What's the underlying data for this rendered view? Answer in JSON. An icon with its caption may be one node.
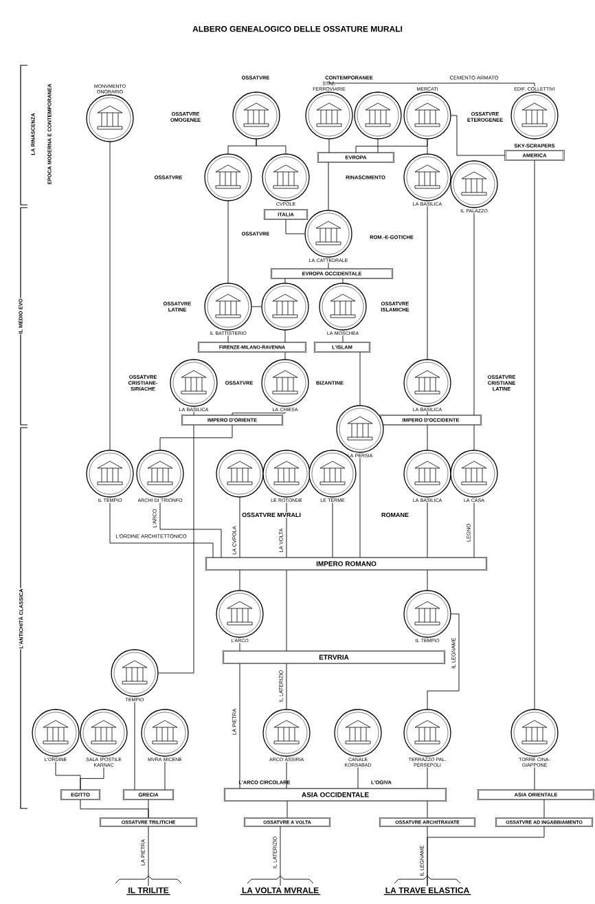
{
  "diagram": {
    "title": "ALBERO GENEALOGICO DELLE OSSATURE MURALI",
    "nodes": [
      {
        "text": [],
        "shape": "circle",
        "beside": [
          "MONVMENTO ONORARIO"
        ]
      },
      {
        "text": [],
        "shape": "circle"
      },
      {
        "text": [],
        "shape": "circle",
        "beside": [
          "STAZ. FERROVIARIE"
        ]
      },
      {
        "text": [],
        "shape": "circle"
      },
      {
        "text": [],
        "shape": "circle",
        "beside": [
          "MERCATI"
        ]
      },
      {
        "text": [],
        "shape": "circle",
        "beside": [
          "EDIF. COLLETTIVI"
        ]
      },
      {
        "text": [
          "EVROPA"
        ]
      },
      {
        "text": [
          "AMERICA"
        ]
      },
      {
        "text": [],
        "shape": "circle"
      },
      {
        "text": [],
        "shape": "circle",
        "beside": [
          "CVPOLE"
        ]
      },
      {
        "text": [],
        "shape": "circle",
        "beside": [
          "LA BASILICA"
        ]
      },
      {
        "text": [],
        "shape": "circle",
        "beside": [
          "IL PALAZZO"
        ]
      },
      {
        "text": [
          "ITALIA"
        ]
      },
      {
        "text": [],
        "shape": "circle",
        "beside": [
          "LA CATTEDRALE"
        ]
      },
      {
        "text": [
          "EVROPA OCCIDENTALE"
        ]
      },
      {
        "text": [],
        "shape": "circle",
        "beside": [
          "IL BATTISTERIO"
        ]
      },
      {
        "text": [],
        "shape": "circle"
      },
      {
        "text": [],
        "shape": "circle",
        "beside": [
          "LA MOSCHEA"
        ]
      },
      {
        "text": [
          "FIRENZE-MILANO-RAVENNA"
        ]
      },
      {
        "text": [
          "L'ISLAM"
        ]
      },
      {
        "text": [],
        "shape": "circle",
        "beside": [
          "LA BASILICA"
        ]
      },
      {
        "text": [],
        "shape": "circle",
        "beside": [
          "LA CHIESA"
        ]
      },
      {
        "text": [],
        "shape": "circle",
        "beside": [
          "LA BASILICA"
        ]
      },
      {
        "text": [
          "IMPERO D'ORIENTE"
        ]
      },
      {
        "text": [
          "IMPERO D'OCCIDENTE"
        ]
      },
      {
        "text": [],
        "shape": "circle",
        "beside": [
          "LA PERSIA"
        ]
      },
      {
        "text": [],
        "shape": "circle",
        "beside": [
          "IL TEMPIO"
        ]
      },
      {
        "text": [],
        "shape": "circle",
        "beside": [
          "ARCHI DI TRIONFO"
        ]
      },
      {
        "text": [],
        "shape": "circle"
      },
      {
        "text": [],
        "shape": "circle",
        "beside": [
          "LE ROTONDE"
        ]
      },
      {
        "text": [],
        "shape": "circle",
        "beside": [
          "LE TERME"
        ]
      },
      {
        "text": [],
        "shape": "circle",
        "beside": [
          "LA BASILICA"
        ]
      },
      {
        "text": [],
        "shape": "circle",
        "beside": [
          "LA CASA"
        ]
      },
      {
        "text": [
          "IMPERO ROMANO"
        ]
      },
      {
        "text": [],
        "shape": "circle",
        "beside": [
          "L'ARCO"
        ]
      },
      {
        "text": [],
        "shape": "circle",
        "beside": [
          "IL TEMPIO"
        ]
      },
      {
        "text": [
          "ETRVRIA"
        ]
      },
      {
        "text": [],
        "shape": "circle",
        "beside": [
          "TEMPIO"
        ]
      },
      {
        "text": [],
        "shape": "circle",
        "beside": [
          "L'ORDINE"
        ]
      },
      {
        "text": [],
        "shape": "circle",
        "beside": [
          "SALA IPOSTILE KARNAC"
        ]
      },
      {
        "text": [],
        "shape": "circle",
        "beside": [
          "MVRA MICENE"
        ]
      },
      {
        "text": [],
        "shape": "circle",
        "beside": [
          "ARCO ASSIRIA"
        ]
      },
      {
        "text": [],
        "shape": "circle",
        "beside": [
          "CANALE KORSABAD"
        ]
      },
      {
        "text": [],
        "shape": "circle",
        "beside": [
          "TERRAZZO PAL. PERSEPOLI"
        ]
      },
      {
        "text": [],
        "shape": "circle",
        "beside": [
          "TORRE CINA-GIAPPONE"
        ]
      },
      {
        "text": [
          "EGITTO"
        ]
      },
      {
        "text": [
          "GRECIA"
        ]
      },
      {
        "text": [
          "ASIA OCCIDENTALE"
        ]
      },
      {
        "text": [
          "ASIA ORIENTALE"
        ]
      },
      {
        "text": [
          "OSSATVRE TRILITICHE"
        ]
      },
      {
        "text": [
          "OSSATVRE A VOLTA"
        ]
      },
      {
        "text": [
          "OSSATVRE ARCHITRAVATE"
        ]
      },
      {
        "text": [
          "OSSATVRE AD INGABBIAMENTO"
        ]
      },
      {
        "text": [
          "IL TRILITE"
        ]
      },
      {
        "text": [
          "LA VOLTA MVRALE"
        ]
      },
      {
        "text": [
          "LA TRAVE ELASTICA"
        ]
      }
    ],
    "edges": [
      {
        "from": 1,
        "to": 8,
        "arrow": "none"
      },
      {
        "from": 1,
        "to": 9,
        "arrow": "none"
      },
      {
        "from": 2,
        "to": 6,
        "arrow": "none"
      },
      {
        "from": 3,
        "to": 6,
        "arrow": "none"
      },
      {
        "from": 4,
        "to": 6,
        "arrow": "none"
      },
      {
        "from": 2,
        "to": 5,
        "arrow": "none",
        "label": "CEMENTO ARMATO"
      },
      {
        "from": 4,
        "to": 7,
        "arrow": "none"
      },
      {
        "from": 7,
        "to": 44,
        "arrow": "none"
      },
      {
        "from": 4,
        "to": 10,
        "arrow": "none"
      },
      {
        "from": 6,
        "to": 13,
        "arrow": "none"
      },
      {
        "from": 12,
        "to": 13,
        "arrow": "none"
      },
      {
        "from": 8,
        "to": 15,
        "arrow": "none"
      },
      {
        "from": 13,
        "to": 14,
        "arrow": "none"
      },
      {
        "from": 14,
        "to": 16,
        "arrow": "none"
      },
      {
        "from": 14,
        "to": 17,
        "arrow": "none"
      },
      {
        "from": 15,
        "to": 16,
        "arrow": "none"
      },
      {
        "from": 15,
        "to": 18,
        "arrow": "none"
      },
      {
        "from": 16,
        "to": 18,
        "arrow": "none"
      },
      {
        "from": 17,
        "to": 19,
        "arrow": "none"
      },
      {
        "from": 18,
        "to": 21,
        "arrow": "none"
      },
      {
        "from": 19,
        "to": 25,
        "arrow": "none"
      },
      {
        "from": 10,
        "to": 22,
        "arrow": "none"
      },
      {
        "from": 11,
        "to": 24,
        "arrow": "none"
      },
      {
        "from": 0,
        "to": 26,
        "arrow": "none"
      },
      {
        "from": 20,
        "to": 23,
        "arrow": "none"
      },
      {
        "from": 21,
        "to": 23,
        "arrow": "none"
      },
      {
        "from": 22,
        "to": 24,
        "arrow": "none"
      },
      {
        "from": 24,
        "to": 31,
        "arrow": "none"
      },
      {
        "from": 24,
        "to": 32,
        "arrow": "none"
      },
      {
        "from": 23,
        "to": 27,
        "arrow": "none"
      },
      {
        "from": 23,
        "to": 37,
        "arrow": "none"
      },
      {
        "from": 26,
        "to": 33,
        "arrow": "none",
        "label": "L'ORDINE ARCHITETTONICO"
      },
      {
        "from": 27,
        "to": 33,
        "arrow": "none",
        "label": "L'ARCO"
      },
      {
        "from": 28,
        "to": 33,
        "arrow": "none",
        "label": "LA CVPOLA"
      },
      {
        "from": 29,
        "to": 33,
        "arrow": "none",
        "label": "LA VOLTA"
      },
      {
        "from": 30,
        "to": 33,
        "arrow": "none"
      },
      {
        "from": 31,
        "to": 33,
        "arrow": "none"
      },
      {
        "from": 32,
        "to": 33,
        "arrow": "none",
        "label": "LEGNO"
      },
      {
        "from": 25,
        "to": 33,
        "arrow": "none"
      },
      {
        "from": 33,
        "to": 34,
        "arrow": "none"
      },
      {
        "from": 33,
        "to": 35,
        "arrow": "none"
      },
      {
        "from": 33,
        "to": 36,
        "arrow": "none"
      },
      {
        "from": 34,
        "to": 36,
        "arrow": "none"
      },
      {
        "from": 35,
        "to": 43,
        "arrow": "none",
        "label": "IL LEGNAME"
      },
      {
        "from": 36,
        "to": 41,
        "arrow": "none",
        "label": "IL LATERIZIO"
      },
      {
        "from": 36,
        "to": 47,
        "arrow": "none",
        "label": "LA PIETRA"
      },
      {
        "from": 41,
        "to": 47,
        "arrow": "none"
      },
      {
        "from": 42,
        "to": 47,
        "arrow": "none"
      },
      {
        "from": 43,
        "to": 47,
        "arrow": "none"
      },
      {
        "from": 44,
        "to": 48,
        "arrow": "none"
      },
      {
        "from": 38,
        "to": 45,
        "arrow": "none"
      },
      {
        "from": 39,
        "to": 45,
        "arrow": "none"
      },
      {
        "from": 40,
        "to": 46,
        "arrow": "none"
      },
      {
        "from": 37,
        "to": 46,
        "arrow": "none"
      },
      {
        "from": 45,
        "to": 49,
        "arrow": "none"
      },
      {
        "from": 46,
        "to": 49,
        "arrow": "none"
      },
      {
        "from": 47,
        "to": 50,
        "arrow": "none"
      },
      {
        "from": 47,
        "to": 51,
        "arrow": "none"
      },
      {
        "from": 48,
        "to": 52,
        "arrow": "none"
      },
      {
        "from": 52,
        "to": 55,
        "arrow": "none"
      },
      {
        "from": 49,
        "to": 53,
        "arrow": "none",
        "label": "LA PIETRA"
      },
      {
        "from": 50,
        "to": 54,
        "arrow": "none",
        "label": "IL LATERIZIO"
      },
      {
        "from": 51,
        "to": 55,
        "arrow": "none",
        "label": "IL LEGNAME"
      }
    ],
    "labels": [
      "LA RINASCENZA",
      "EPOCA MODERNA E CONTEMPORANEA",
      "OSSATVRE",
      "CONTEMPORANEE",
      "OSSATVRE OMOGENEE",
      "OSSATVRE ETEROGENEE",
      "SKY-SCRAPERS",
      "OSSATVRE",
      "RINASCIMENTO",
      "OSSATVRE",
      "ROM.-E-GOTICHE",
      "IL MEDIO EVO",
      "OSSATVRE LATINE",
      "OSSATVRE ISLAMICHE",
      "OSSATVRE CRISTIANE-SIRIACHE",
      "OSSATVRE",
      "BIZANTINE",
      "OSSATVRE CRISTIANE LATINE",
      "OSSATVRE MVRALI",
      "ROMANE",
      "L'ANTICHITÀ CLASSICA",
      "L'ARCO CIRCOLARE",
      "L'OGIVA"
    ]
  }
}
